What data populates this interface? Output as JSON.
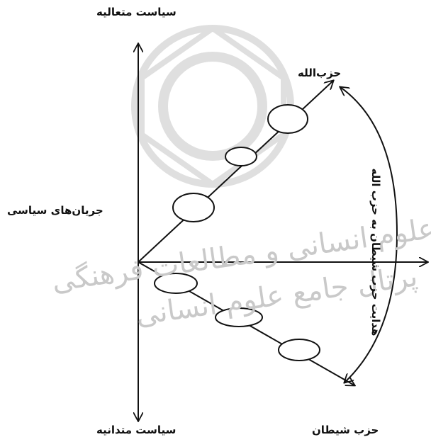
{
  "labels": {
    "top": "سیاست متعالیه",
    "hezbollah": "حزب‌الله",
    "political_currents": "جریان‌های سیاسی",
    "bottom": "سیاست متدانیه",
    "hezb_sheytan": "حزب شیطان",
    "guidance": "هدایت حزب شیطان به حزب الله"
  },
  "watermark": {
    "line1": "پژوهشگاه علوم انسانی و مطالعات فرهنگی",
    "line2": "پرتال جامع علوم انسانی"
  },
  "colors": {
    "line": "#111111",
    "watermark": "#c9c9c9"
  }
}
